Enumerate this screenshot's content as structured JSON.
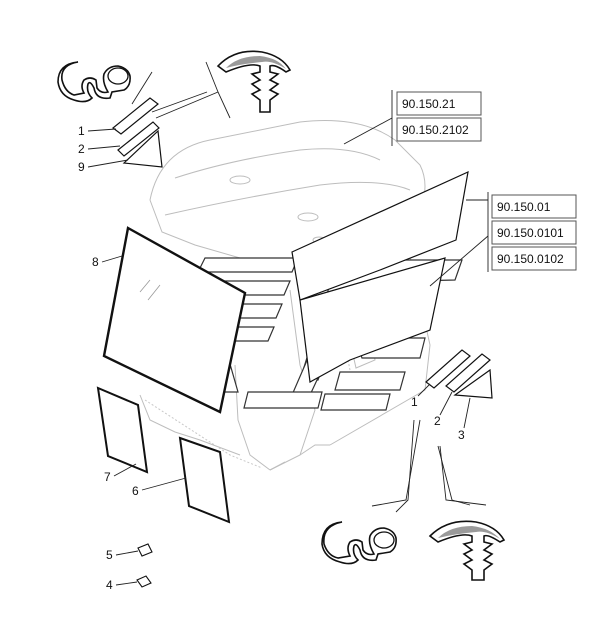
{
  "reference_codes": {
    "group_a": [
      "90.150.21",
      "90.150.2102"
    ],
    "group_b": [
      "90.150.01",
      "90.150.0101",
      "90.150.0102"
    ]
  },
  "callouts": {
    "left_1": "1",
    "left_2": "2",
    "left_9": "9",
    "pane_8": "8",
    "pane_7": "7",
    "pane_6": "6",
    "clip_5": "5",
    "clip_4": "4",
    "right_1": "1",
    "right_2": "2",
    "right_3": "3"
  }
}
